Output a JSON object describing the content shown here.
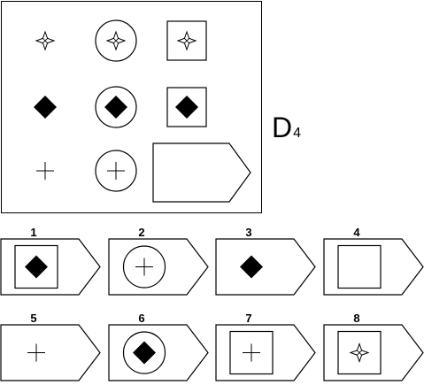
{
  "puzzle": {
    "label_main": "D",
    "label_sub": "4"
  },
  "matrix": {
    "rows": [
      [
        {
          "frame": "none",
          "symbol": "star"
        },
        {
          "frame": "circle",
          "symbol": "star"
        },
        {
          "frame": "square",
          "symbol": "star"
        }
      ],
      [
        {
          "frame": "none",
          "symbol": "diamond"
        },
        {
          "frame": "circle",
          "symbol": "diamond"
        },
        {
          "frame": "square",
          "symbol": "diamond"
        }
      ],
      [
        {
          "frame": "none",
          "symbol": "cross"
        },
        {
          "frame": "circle",
          "symbol": "cross"
        },
        {
          "frame": "missing",
          "symbol": "none"
        }
      ]
    ]
  },
  "options": [
    {
      "number": "1",
      "frame": "square",
      "symbol": "diamond"
    },
    {
      "number": "2",
      "frame": "circle",
      "symbol": "cross"
    },
    {
      "number": "3",
      "frame": "none",
      "symbol": "diamond"
    },
    {
      "number": "4",
      "frame": "square",
      "symbol": "none"
    },
    {
      "number": "5",
      "frame": "none",
      "symbol": "cross"
    },
    {
      "number": "6",
      "frame": "circle",
      "symbol": "diamond"
    },
    {
      "number": "7",
      "frame": "square",
      "symbol": "cross"
    },
    {
      "number": "8",
      "frame": "square",
      "symbol": "star"
    }
  ]
}
